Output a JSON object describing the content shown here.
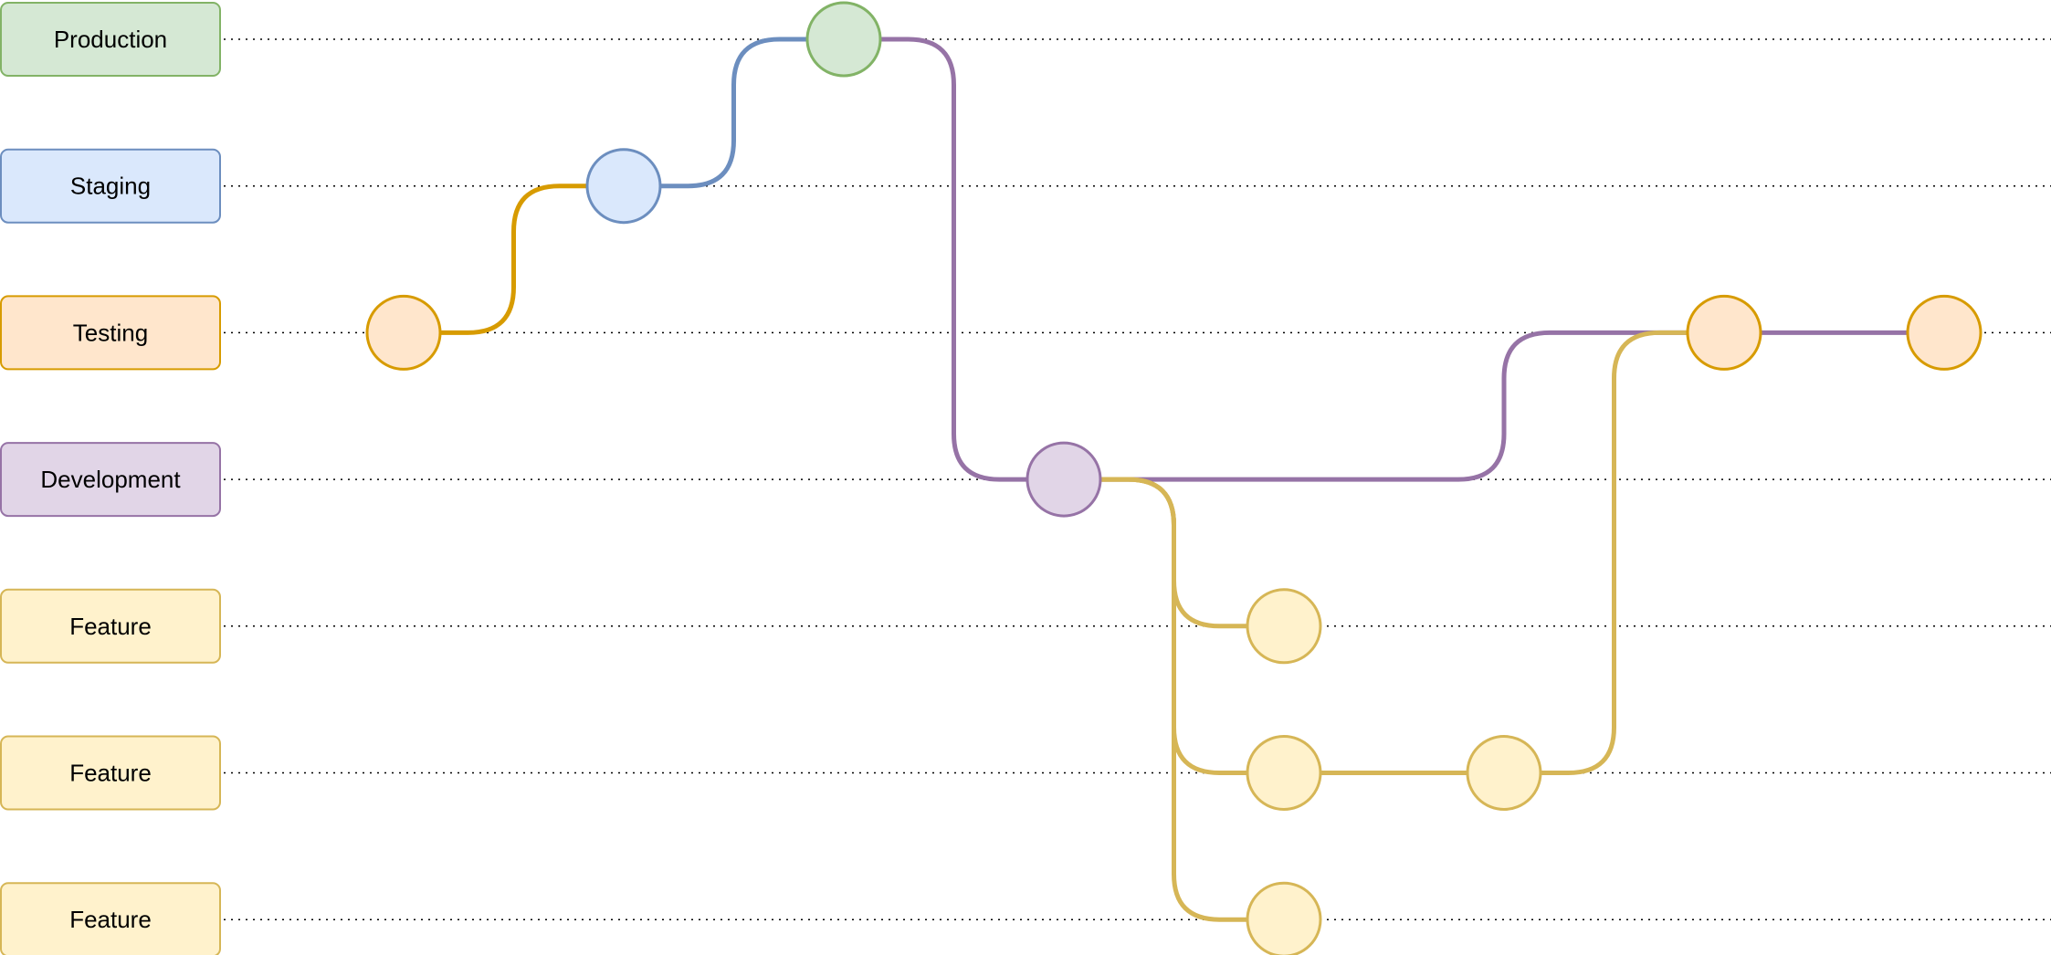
{
  "lanes": [
    {
      "id": "production",
      "label": "Production",
      "fill": "#d5e8d4",
      "stroke": "#82b366"
    },
    {
      "id": "staging",
      "label": "Staging",
      "fill": "#dae8fc",
      "stroke": "#6c8ebf"
    },
    {
      "id": "testing",
      "label": "Testing",
      "fill": "#ffe6cc",
      "stroke": "#d79b00"
    },
    {
      "id": "development",
      "label": "Development",
      "fill": "#e1d5e7",
      "stroke": "#9673a6"
    },
    {
      "id": "feature-1",
      "label": "Feature",
      "fill": "#fff2cc",
      "stroke": "#d6b656"
    },
    {
      "id": "feature-2",
      "label": "Feature",
      "fill": "#fff2cc",
      "stroke": "#d6b656"
    },
    {
      "id": "feature-3",
      "label": "Feature",
      "fill": "#fff2cc",
      "stroke": "#d6b656"
    }
  ],
  "commits": [
    {
      "id": "c1",
      "lane": "testing"
    },
    {
      "id": "c2",
      "lane": "staging"
    },
    {
      "id": "c3",
      "lane": "production"
    },
    {
      "id": "c4",
      "lane": "development"
    },
    {
      "id": "c5",
      "lane": "feature-1"
    },
    {
      "id": "c6",
      "lane": "feature-2"
    },
    {
      "id": "c7",
      "lane": "feature-3"
    },
    {
      "id": "c8",
      "lane": "feature-2"
    },
    {
      "id": "c9",
      "lane": "testing"
    },
    {
      "id": "c10",
      "lane": "testing"
    }
  ],
  "connections": [
    {
      "from": "c1",
      "to": "c2",
      "color": "#d79b00"
    },
    {
      "from": "c2",
      "to": "c3",
      "color": "#6c8ebf"
    },
    {
      "from": "c3",
      "to": "c4",
      "color": "#9673a6"
    },
    {
      "from": "c4",
      "to": "c10",
      "color": "#9673a6"
    },
    {
      "from": "c4",
      "to": "c5",
      "color": "#d6b656"
    },
    {
      "from": "c4",
      "to": "c6",
      "color": "#d6b656"
    },
    {
      "from": "c4",
      "to": "c7",
      "color": "#d6b656"
    },
    {
      "from": "c6",
      "to": "c8",
      "color": "#d6b656"
    },
    {
      "from": "c8",
      "to": "c9",
      "color": "#d6b656"
    }
  ]
}
